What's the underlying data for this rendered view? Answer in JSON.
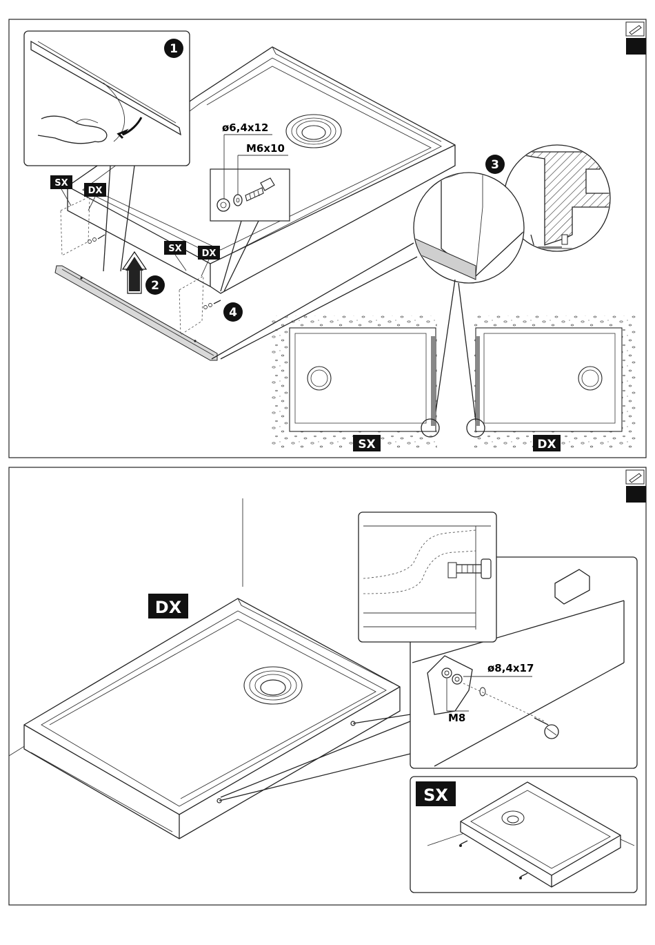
{
  "panel_top": {
    "steps": [
      "1",
      "2",
      "3",
      "4"
    ],
    "tags": {
      "sx": "SX",
      "dx": "DX"
    },
    "washer_label": "ø6,4x12",
    "screw_label": "M6x10",
    "bottom_labels": {
      "left": "SX",
      "right": "DX"
    }
  },
  "panel_bottom": {
    "dx_label": "DX",
    "sx_label": "SX",
    "washer_label": "ø8,4x17",
    "nut_label": "M8"
  },
  "icons": [
    "pencil-icon",
    "black-tab-marker"
  ]
}
